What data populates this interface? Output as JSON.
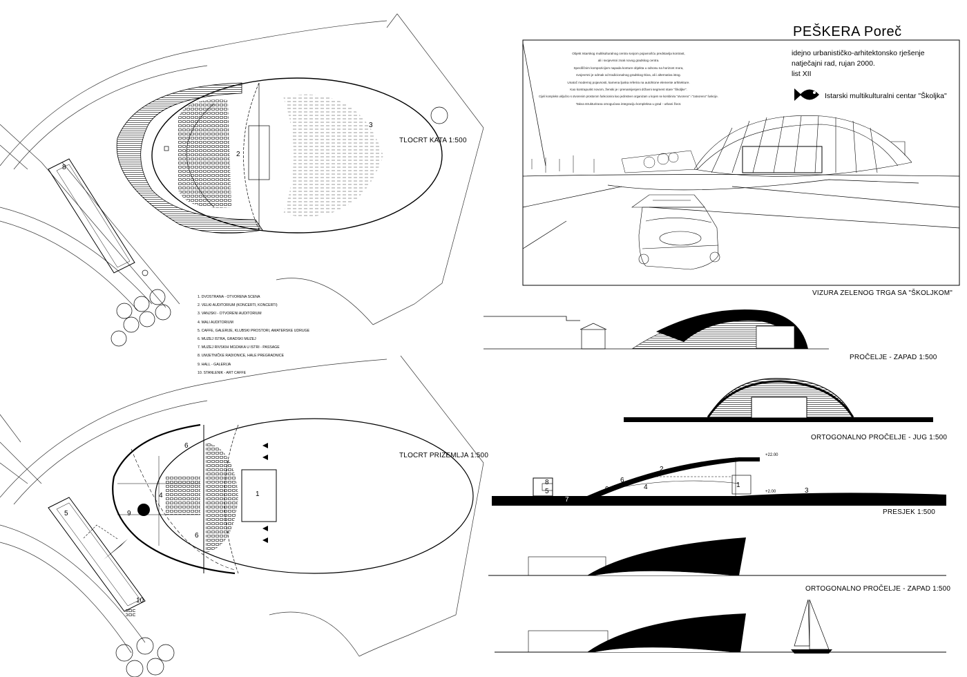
{
  "title": "PEŠKERA Poreč",
  "subtitle": [
    "idejno urbanističko-arhitektonsko rješenje",
    "natječajni rad, rujan 2000.",
    "list XII"
  ],
  "brand": {
    "logo_icon": "fish-icon",
    "name": "Istarski multikulturalni centar \"Školjka\""
  },
  "plans": {
    "upper": {
      "label": "TLOCRT KATA 1:500",
      "numbers": [
        "2",
        "3",
        "8"
      ]
    },
    "ground": {
      "label": "TLOCRT PRIZEMLJA 1:500",
      "numbers": [
        "1",
        "4",
        "5",
        "6",
        "6",
        "9",
        "10"
      ]
    }
  },
  "legend": [
    "1.   DVOSTRANA - OTVORENA SCENA",
    "2.   VELKI AUDITORIUM (KONCERTI, KONCERTI)",
    "3.   VANJSKI - OTVORENI AUDITORIUM",
    "4.   MALI AUDITORIUM",
    "5.   CAFFE, GALERIJE, KLUBSKI PROSTORI, AMATERSKE UDRUGE",
    "6.   MUZEJ ISTRA, GRADSKI MUZEJ",
    "7.   MUZEJ RIVSKIH MOZAIKA U ISTRI - PASSAGE",
    "8.   UMJETNIČKE RADIONICE, HALE PREGRADNICE",
    "9.   HALL - GALERIJA",
    "10.  STANLENIK - ART CAFFE"
  ],
  "description": [
    "Objekt Istarskog multikulturalnog centra svojom pojavnošću predstavlja kontrast,",
    "ali i svojevrsni znak novog gradskog centra.",
    "Specifičnim kompozicijom napada konture objekta u odnosu na horizont mora,",
    "svojevrsni je odmak od tradicionalnog gradskog tkiva, ali i alternativa istog.",
    "Unatoč modernoj pojavnosti, kamena ljuska referira na autohtone elemente arhitekture.",
    "Kao kontrapunkt novom, ženski je i prenamijenjeni državni segment stare \"Školjke\".",
    "Cijeli kompleks uključno s otvorenim prostorom funkcionira kao jedinstven organizam u kojem se kombinira \"otvoreno\" i \"zatvoreno\" funkcije.",
    "Takva strukturirana omogućava integraciju kompleksa u grad - urbani život."
  ],
  "views": {
    "perspective": "VIZURA ZELENOG TRGA SA \"ŠKOLJKOM\"",
    "west": "PROČELJE - ZAPAD 1:500",
    "south": "ORTOGONALNO PROČELJE - JUG 1:500",
    "section": "PRESJEK 1:500",
    "west_ortho": "ORTOGONALNO PROČELJE - ZAPAD 1:500"
  },
  "section": {
    "level_top": "+22.00",
    "level_base": "+2.00",
    "numbers": [
      "2",
      "3",
      "1",
      "4",
      "5",
      "6",
      "7",
      "8",
      "9"
    ]
  }
}
